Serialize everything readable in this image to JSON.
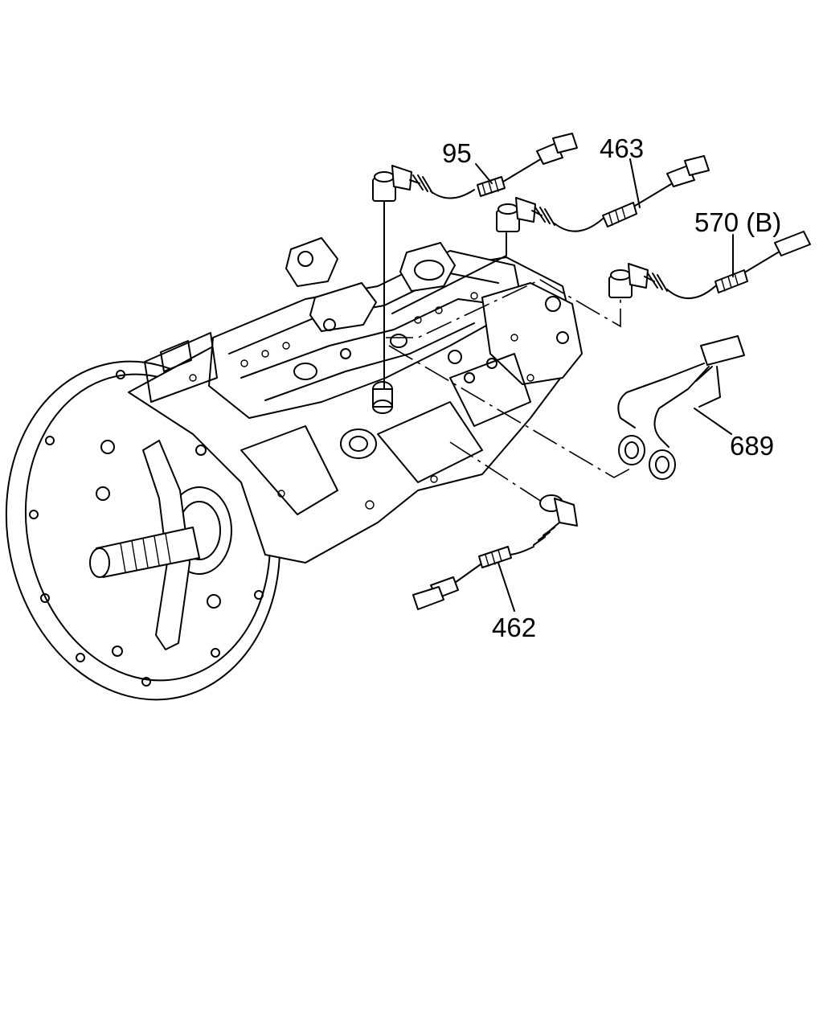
{
  "diagram": {
    "callouts": [
      {
        "id": "95",
        "label": "95"
      },
      {
        "id": "463",
        "label": "463"
      },
      {
        "id": "570b",
        "label": "570 (B)"
      },
      {
        "id": "689",
        "label": "689"
      },
      {
        "id": "462",
        "label": "462"
      }
    ]
  }
}
